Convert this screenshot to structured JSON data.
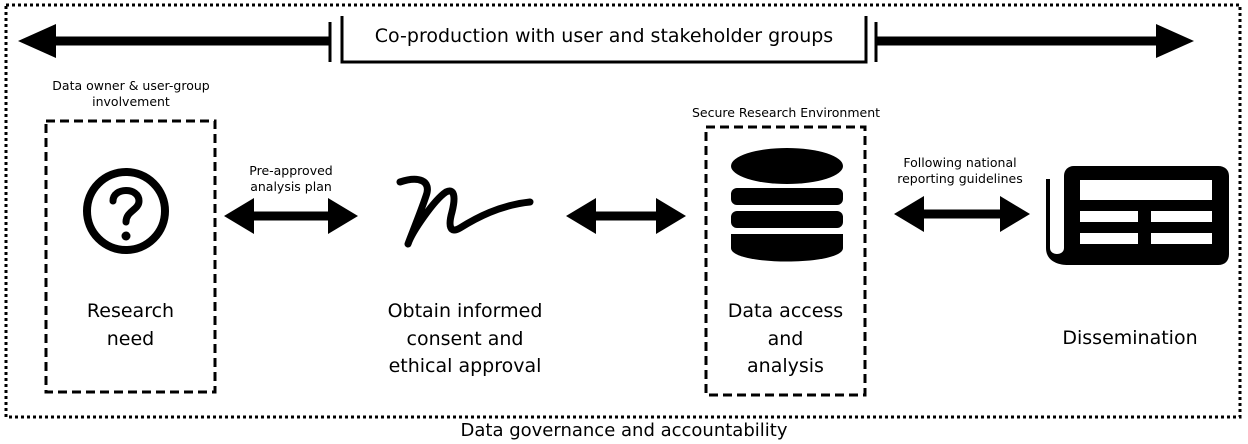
{
  "banner": {
    "label": "Co-production with user and stakeholder groups"
  },
  "footer": {
    "label": "Data governance and accountability"
  },
  "stages": [
    {
      "top_note": "Data owner & user-group",
      "top_note2": "involvement",
      "label_line1": "Research",
      "label_line2": "need",
      "icon": "question-circle-icon"
    },
    {
      "label_line1": "Obtain informed",
      "label_line2": "consent and",
      "label_line3": "ethical approval",
      "icon": "signature-icon"
    },
    {
      "top_note": "Secure Research Environment",
      "label_line1": "Data access",
      "label_line2": "and",
      "label_line3": "analysis",
      "icon": "database-icon"
    },
    {
      "label_line1": "Dissemination",
      "icon": "newspaper-icon"
    }
  ],
  "connectors": [
    {
      "note_line1": "Pre-approved",
      "note_line2": "analysis plan"
    },
    {
      "note_line1": ""
    },
    {
      "note_line1": "Following national",
      "note_line2": "reporting guidelines"
    }
  ],
  "colors": {
    "ink": "#000000",
    "background": "#ffffff"
  }
}
